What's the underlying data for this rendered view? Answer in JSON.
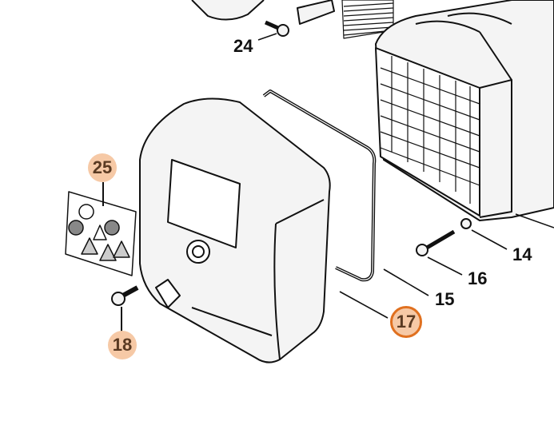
{
  "diagram": {
    "colors": {
      "highlight_fill": "#f6c9a6",
      "selected_ring": "#e0701f",
      "line": "#111111",
      "part_fill": "#f4f4f4"
    },
    "callouts": [
      {
        "id": "24",
        "label": "24",
        "highlighted": false,
        "selected": false
      },
      {
        "id": "25",
        "label": "25",
        "highlighted": true,
        "selected": false
      },
      {
        "id": "18",
        "label": "18",
        "highlighted": true,
        "selected": false
      },
      {
        "id": "14",
        "label": "14",
        "highlighted": false,
        "selected": false
      },
      {
        "id": "16",
        "label": "16",
        "highlighted": false,
        "selected": false
      },
      {
        "id": "15",
        "label": "15",
        "highlighted": false,
        "selected": false
      },
      {
        "id": "17",
        "label": "17",
        "highlighted": true,
        "selected": true
      }
    ]
  }
}
